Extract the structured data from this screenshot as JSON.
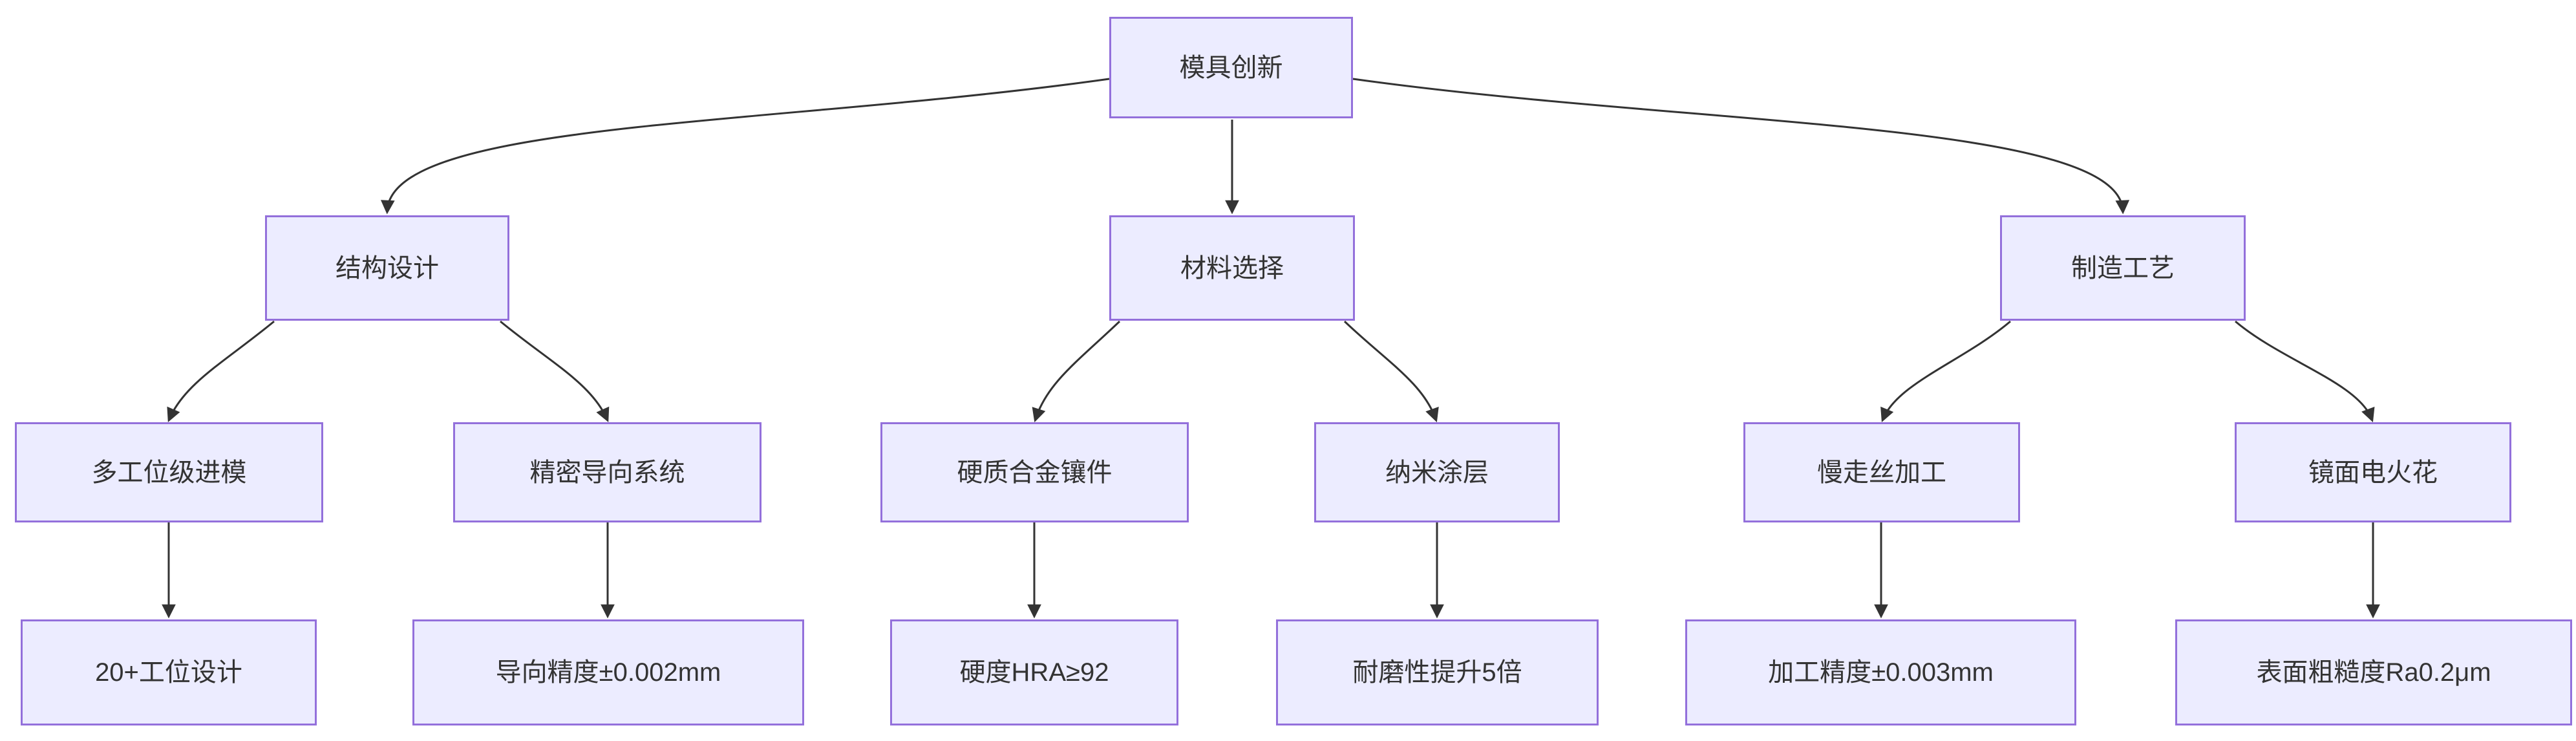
{
  "diagram": {
    "type": "flowchart-tree",
    "direction": "top-down",
    "levels": 4
  },
  "nodes": {
    "root": "模具创新",
    "structure": "结构设计",
    "material": "材料选择",
    "process": "制造工艺",
    "multi_station": "多工位级进模",
    "precision_guide": "精密导向系统",
    "carbide_insert": "硬质合金镶件",
    "nano_coating": "纳米涂层",
    "wire_cut": "慢走丝加工",
    "mirror_edm": "镜面电火花",
    "station_design": "20+工位设计",
    "guide_precision": "导向精度±0.002mm",
    "hardness": "硬度HRA≥92",
    "wear_resistance": "耐磨性提升5倍",
    "machining_precision": "加工精度±0.003mm",
    "surface_roughness": "表面粗糙度Ra0.2μm"
  },
  "tree": {
    "label": "模具创新",
    "children": [
      {
        "label": "结构设计",
        "children": [
          {
            "label": "多工位级进模",
            "children": [
              {
                "label": "20+工位设计"
              }
            ]
          },
          {
            "label": "精密导向系统",
            "children": [
              {
                "label": "导向精度±0.002mm"
              }
            ]
          }
        ]
      },
      {
        "label": "材料选择",
        "children": [
          {
            "label": "硬质合金镶件",
            "children": [
              {
                "label": "硬度HRA≥92"
              }
            ]
          },
          {
            "label": "纳米涂层",
            "children": [
              {
                "label": "耐磨性提升5倍"
              }
            ]
          }
        ]
      },
      {
        "label": "制造工艺",
        "children": [
          {
            "label": "慢走丝加工",
            "children": [
              {
                "label": "加工精度±0.003mm"
              }
            ]
          },
          {
            "label": "镜面电火花",
            "children": [
              {
                "label": "表面粗糙度Ra0.2μm"
              }
            ]
          }
        ]
      }
    ]
  },
  "edges": [
    {
      "from": "模具创新",
      "to": "结构设计"
    },
    {
      "from": "模具创新",
      "to": "材料选择"
    },
    {
      "from": "模具创新",
      "to": "制造工艺"
    },
    {
      "from": "结构设计",
      "to": "多工位级进模"
    },
    {
      "from": "结构设计",
      "to": "精密导向系统"
    },
    {
      "from": "材料选择",
      "to": "硬质合金镶件"
    },
    {
      "from": "材料选择",
      "to": "纳米涂层"
    },
    {
      "from": "制造工艺",
      "to": "慢走丝加工"
    },
    {
      "from": "制造工艺",
      "to": "镜面电火花"
    },
    {
      "from": "多工位级进模",
      "to": "20+工位设计"
    },
    {
      "from": "精密导向系统",
      "to": "导向精度±0.002mm"
    },
    {
      "from": "硬质合金镶件",
      "to": "硬度HRA≥92"
    },
    {
      "from": "纳米涂层",
      "to": "耐磨性提升5倍"
    },
    {
      "from": "慢走丝加工",
      "to": "加工精度±0.003mm"
    },
    {
      "from": "镜面电火花",
      "to": "表面粗糙度Ra0.2μm"
    }
  ],
  "colors": {
    "node_fill": "#ECECFF",
    "node_border": "#9370DB",
    "edge": "#333333",
    "text": "#333333",
    "background": "#FFFFFF"
  }
}
